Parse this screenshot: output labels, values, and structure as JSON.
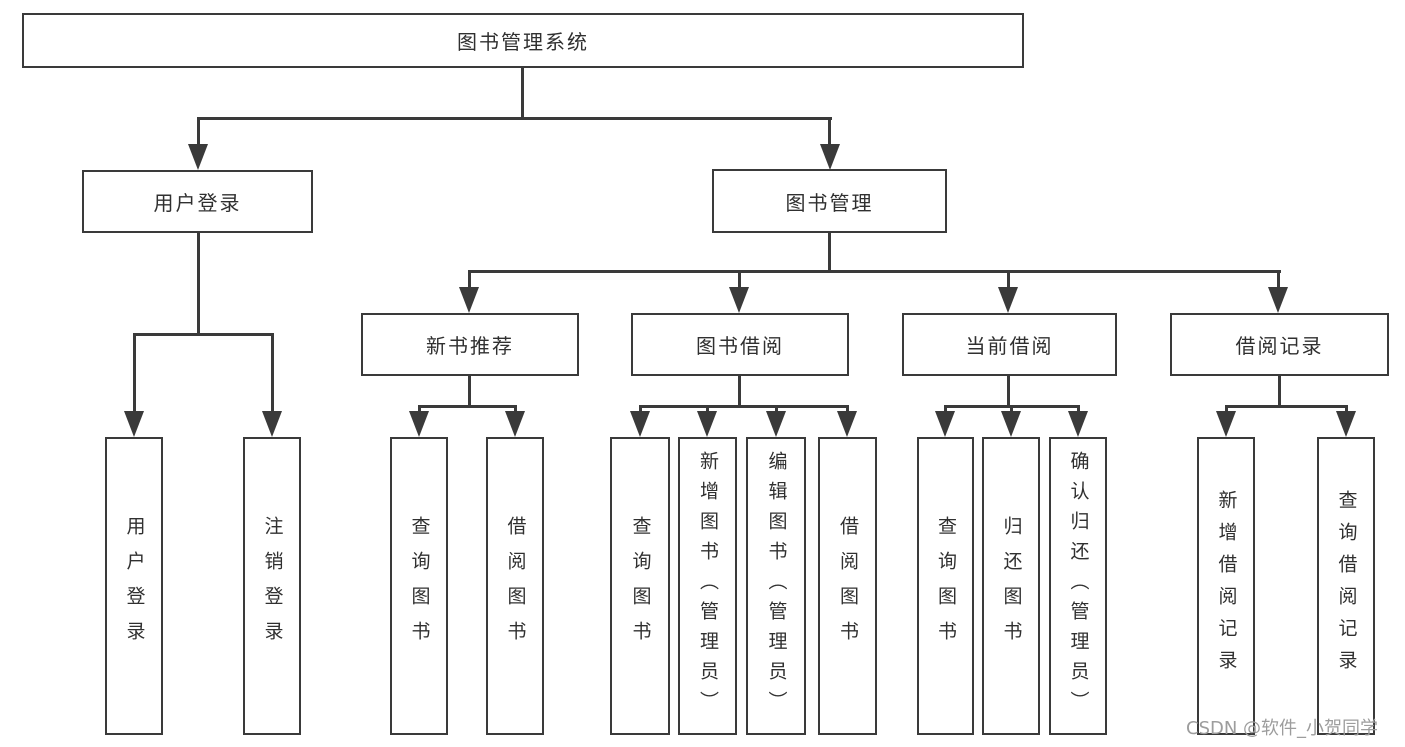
{
  "diagram": {
    "title": "图书管理系统",
    "branches": [
      {
        "label": "用户登录",
        "children": [
          {
            "label": "用户登录"
          },
          {
            "label": "注销登录"
          }
        ]
      },
      {
        "label": "图书管理",
        "children": [
          {
            "label": "新书推荐",
            "children": [
              {
                "label": "查询图书"
              },
              {
                "label": "借阅图书"
              }
            ]
          },
          {
            "label": "图书借阅",
            "children": [
              {
                "label": "查询图书"
              },
              {
                "label": "新增图书（管理员）"
              },
              {
                "label": "编辑图书（管理员）"
              },
              {
                "label": "借阅图书"
              }
            ]
          },
          {
            "label": "当前借阅",
            "children": [
              {
                "label": "查询图书"
              },
              {
                "label": "归还图书"
              },
              {
                "label": "确认归还（管理员）"
              }
            ]
          },
          {
            "label": "借阅记录",
            "children": [
              {
                "label": "新增借阅记录"
              },
              {
                "label": "查询借阅记录"
              }
            ]
          }
        ]
      }
    ]
  },
  "watermark": "CSDN @软件_小贺同学",
  "colors": {
    "line": "#3a3a3a",
    "text": "#303030",
    "watermark": "#9d9d9d",
    "background": "#ffffff"
  }
}
